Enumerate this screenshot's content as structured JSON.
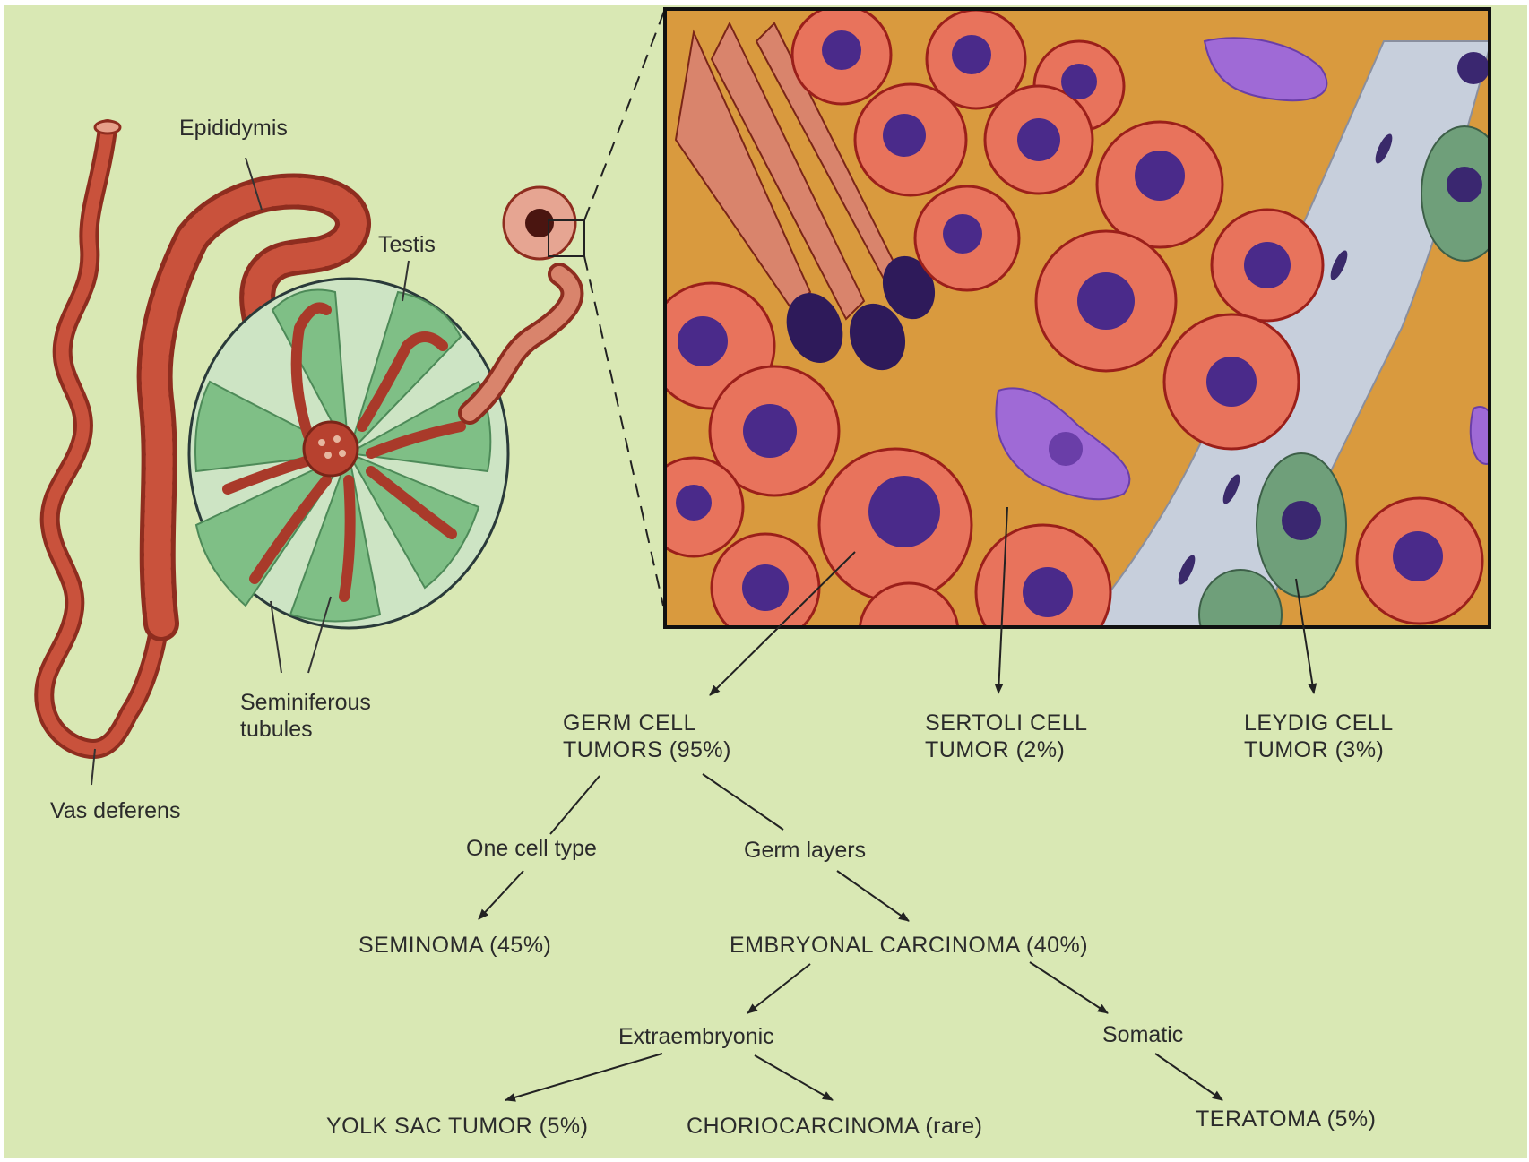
{
  "colors": {
    "background": "#d9e8b4",
    "tubule_red": "#b7412f",
    "testis_green": "#7fbf86",
    "cell_salmon": "#e8735c",
    "nucleus_purple": "#4a2a8a",
    "sertoli_orange": "#d99a3e",
    "stroma_blue": "#c7cfdc",
    "leydig_green": "#6f9f7a"
  },
  "anatomy": {
    "epididymis": "Epididymis",
    "testis": "Testis",
    "seminiferous_line1": "Seminiferous",
    "seminiferous_line2": "tubules",
    "vas_deferens": "Vas deferens"
  },
  "tumors": {
    "germ_line1": "GERM CELL",
    "germ_line2": "TUMORS (95%)",
    "sertoli_line1": "SERTOLI CELL",
    "sertoli_line2": "TUMOR (2%)",
    "leydig_line1": "LEYDIG CELL",
    "leydig_line2": "TUMOR (3%)"
  },
  "tree": {
    "one_cell_type": "One cell type",
    "germ_layers": "Germ layers",
    "seminoma": "SEMINOMA (45%)",
    "embryonal": "EMBRYONAL CARCINOMA (40%)",
    "extraembryonic": "Extraembryonic",
    "somatic": "Somatic",
    "yolk_sac": "YOLK SAC TUMOR (5%)",
    "choriocarcinoma": "CHORIOCARCINOMA (rare)",
    "teratoma": "TERATOMA (5%)"
  }
}
